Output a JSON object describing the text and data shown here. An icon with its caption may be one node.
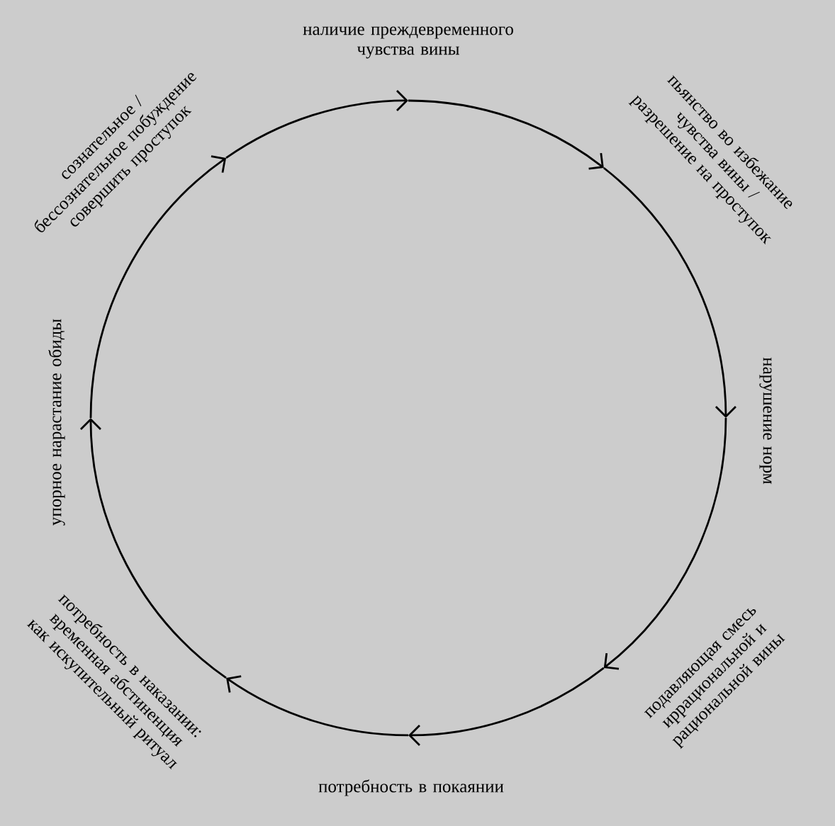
{
  "diagram": {
    "nodes": [
      {
        "text": [
          "наличие преждевременного чувства вины"
        ]
      },
      {
        "text": [
          "пьянство во избежание чувства вины / разрешение на проступок"
        ]
      },
      {
        "text": [
          "нарушение норм"
        ]
      },
      {
        "text": [
          "подавляющая смесь иррациональной и рациональной вины"
        ]
      },
      {
        "text": [
          "потребность в покаянии"
        ]
      },
      {
        "text": [
          "потребность в наказании: временная абстиненция как искупительный ритуал"
        ]
      },
      {
        "text": [
          "упорное нарастание обиды"
        ]
      },
      {
        "text": [
          "сознательное / бессознательное побуждение совершить проступок"
        ]
      }
    ],
    "edges": [
      {
        "from": 0,
        "to": 1,
        "arrow": "to"
      },
      {
        "from": 1,
        "to": 2,
        "arrow": "to"
      },
      {
        "from": 2,
        "to": 3,
        "arrow": "to"
      },
      {
        "from": 3,
        "to": 4,
        "arrow": "to"
      },
      {
        "from": 4,
        "to": 5,
        "arrow": "to"
      },
      {
        "from": 5,
        "to": 6,
        "arrow": "to"
      },
      {
        "from": 6,
        "to": 7,
        "arrow": "to"
      },
      {
        "from": 7,
        "to": 0,
        "arrow": "to"
      }
    ]
  }
}
